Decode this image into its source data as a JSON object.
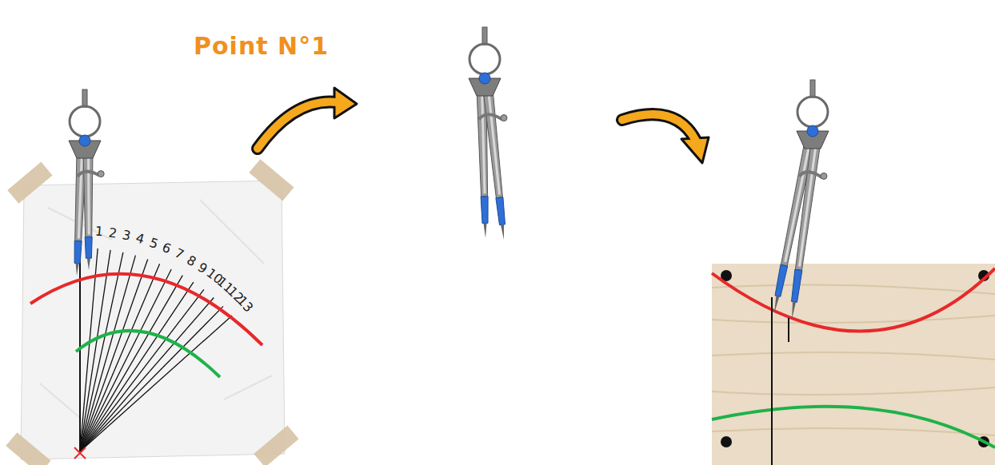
{
  "diagram": {
    "title": "Point N°1",
    "labels": [
      "1",
      "2",
      "3",
      "4",
      "5",
      "6",
      "7",
      "8",
      "9",
      "10",
      "11",
      "12",
      "13"
    ]
  }
}
